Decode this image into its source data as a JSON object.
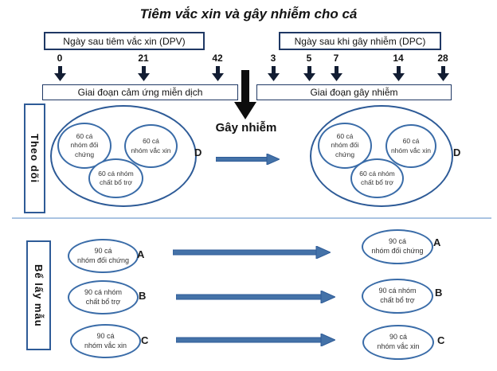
{
  "title": "Tiêm vắc xin và gây nhiễm cho cá",
  "colors": {
    "box_border": "#1f3864",
    "ellipse_border": "#2e5b97",
    "inner_ellipse_border": "#3a6ca8",
    "blue_arrow": "#4472a8",
    "dark_arrow": "#121d33",
    "divider": "#aac4e2"
  },
  "timeline": {
    "dpv_label": "Ngày sau tiêm vắc xin (DPV)",
    "dpc_label": "Ngày sau khi gây nhiễm (DPC)",
    "dpv_days": [
      "0",
      "21",
      "42"
    ],
    "dpc_days": [
      "3",
      "5",
      "7",
      "14",
      "28"
    ],
    "phase_left": "Giai đoạn cảm ứng miễn dịch",
    "phase_right": "Giai đoạn gây nhiễm",
    "challenge_label": "Gây nhiễm"
  },
  "monitoring": {
    "row_label": "Theo dõi",
    "pre": {
      "tank_label": "D",
      "groups": [
        {
          "line1": "60 cá",
          "line2": "nhóm đối chứng"
        },
        {
          "line1": "60 cá",
          "line2": "nhóm vắc xin"
        },
        {
          "line1": "60 cá nhóm",
          "line2": "chất bổ trợ"
        }
      ]
    },
    "post": {
      "tank_label": "D",
      "groups": [
        {
          "line1": "60 cá",
          "line2": "nhóm đối chứng"
        },
        {
          "line1": "60 cá",
          "line2": "nhóm vắc xin"
        },
        {
          "line1": "60 cá nhóm",
          "line2": "chất bổ trợ"
        }
      ]
    }
  },
  "sampling": {
    "row_label": "Bể lấy mẫu",
    "pre": [
      {
        "label": "A",
        "line1": "90 cá",
        "line2": "nhóm đối chứng"
      },
      {
        "label": "B",
        "line1": "90 cá nhóm",
        "line2": "chất bổ trợ"
      },
      {
        "label": "C",
        "line1": "90 cá",
        "line2": "nhóm vắc xin"
      }
    ],
    "post": [
      {
        "label": "A",
        "line1": "90 cá",
        "line2": "nhóm đối chứng"
      },
      {
        "label": "B",
        "line1": "90 cá nhóm",
        "line2": "chất bổ trợ"
      },
      {
        "label": "C",
        "line1": "90 cá",
        "line2": "nhóm vắc xin"
      }
    ]
  }
}
